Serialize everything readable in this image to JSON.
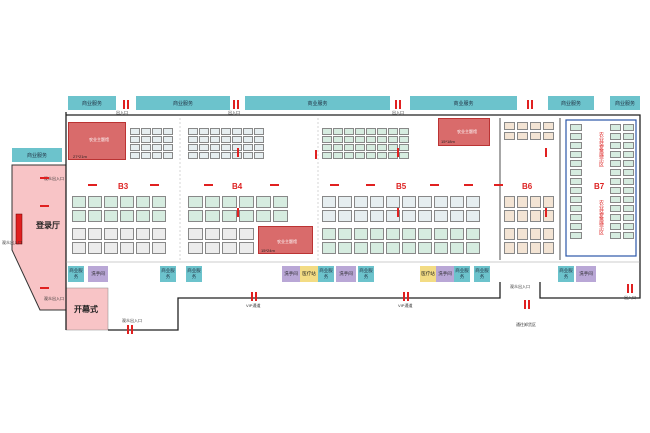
{
  "halls": [
    {
      "id": "b3",
      "label": "B3"
    },
    {
      "id": "b4",
      "label": "B4"
    },
    {
      "id": "b5",
      "label": "B5"
    },
    {
      "id": "b6",
      "label": "B6"
    },
    {
      "id": "b7",
      "label": "B7"
    }
  ],
  "top_service_label": "商业服务",
  "left_service_label": "商业服务",
  "services_bottom": [
    "商业服务",
    "商业服务",
    "商业服务"
  ],
  "rooms": {
    "registration": "登录厅",
    "opening": "开幕式"
  },
  "featured_zones": {
    "b3_size": "27*21m",
    "b3_name": "农业主题馆",
    "b4_size": "15*24m",
    "b4_name": "农业主题馆",
    "b5_size": "15*18m",
    "b5_name": "农业主题馆"
  },
  "b7_zone_top": "农业装备展示区",
  "b7_zone_bottom": "农业装备展示区",
  "facilities": {
    "washroom": "洗手间",
    "medical": "医疗站",
    "vip_channel": "VIP通道",
    "entrance": "观众出入口",
    "exit_entry": "出入口",
    "unload": "通往卸货区"
  }
}
